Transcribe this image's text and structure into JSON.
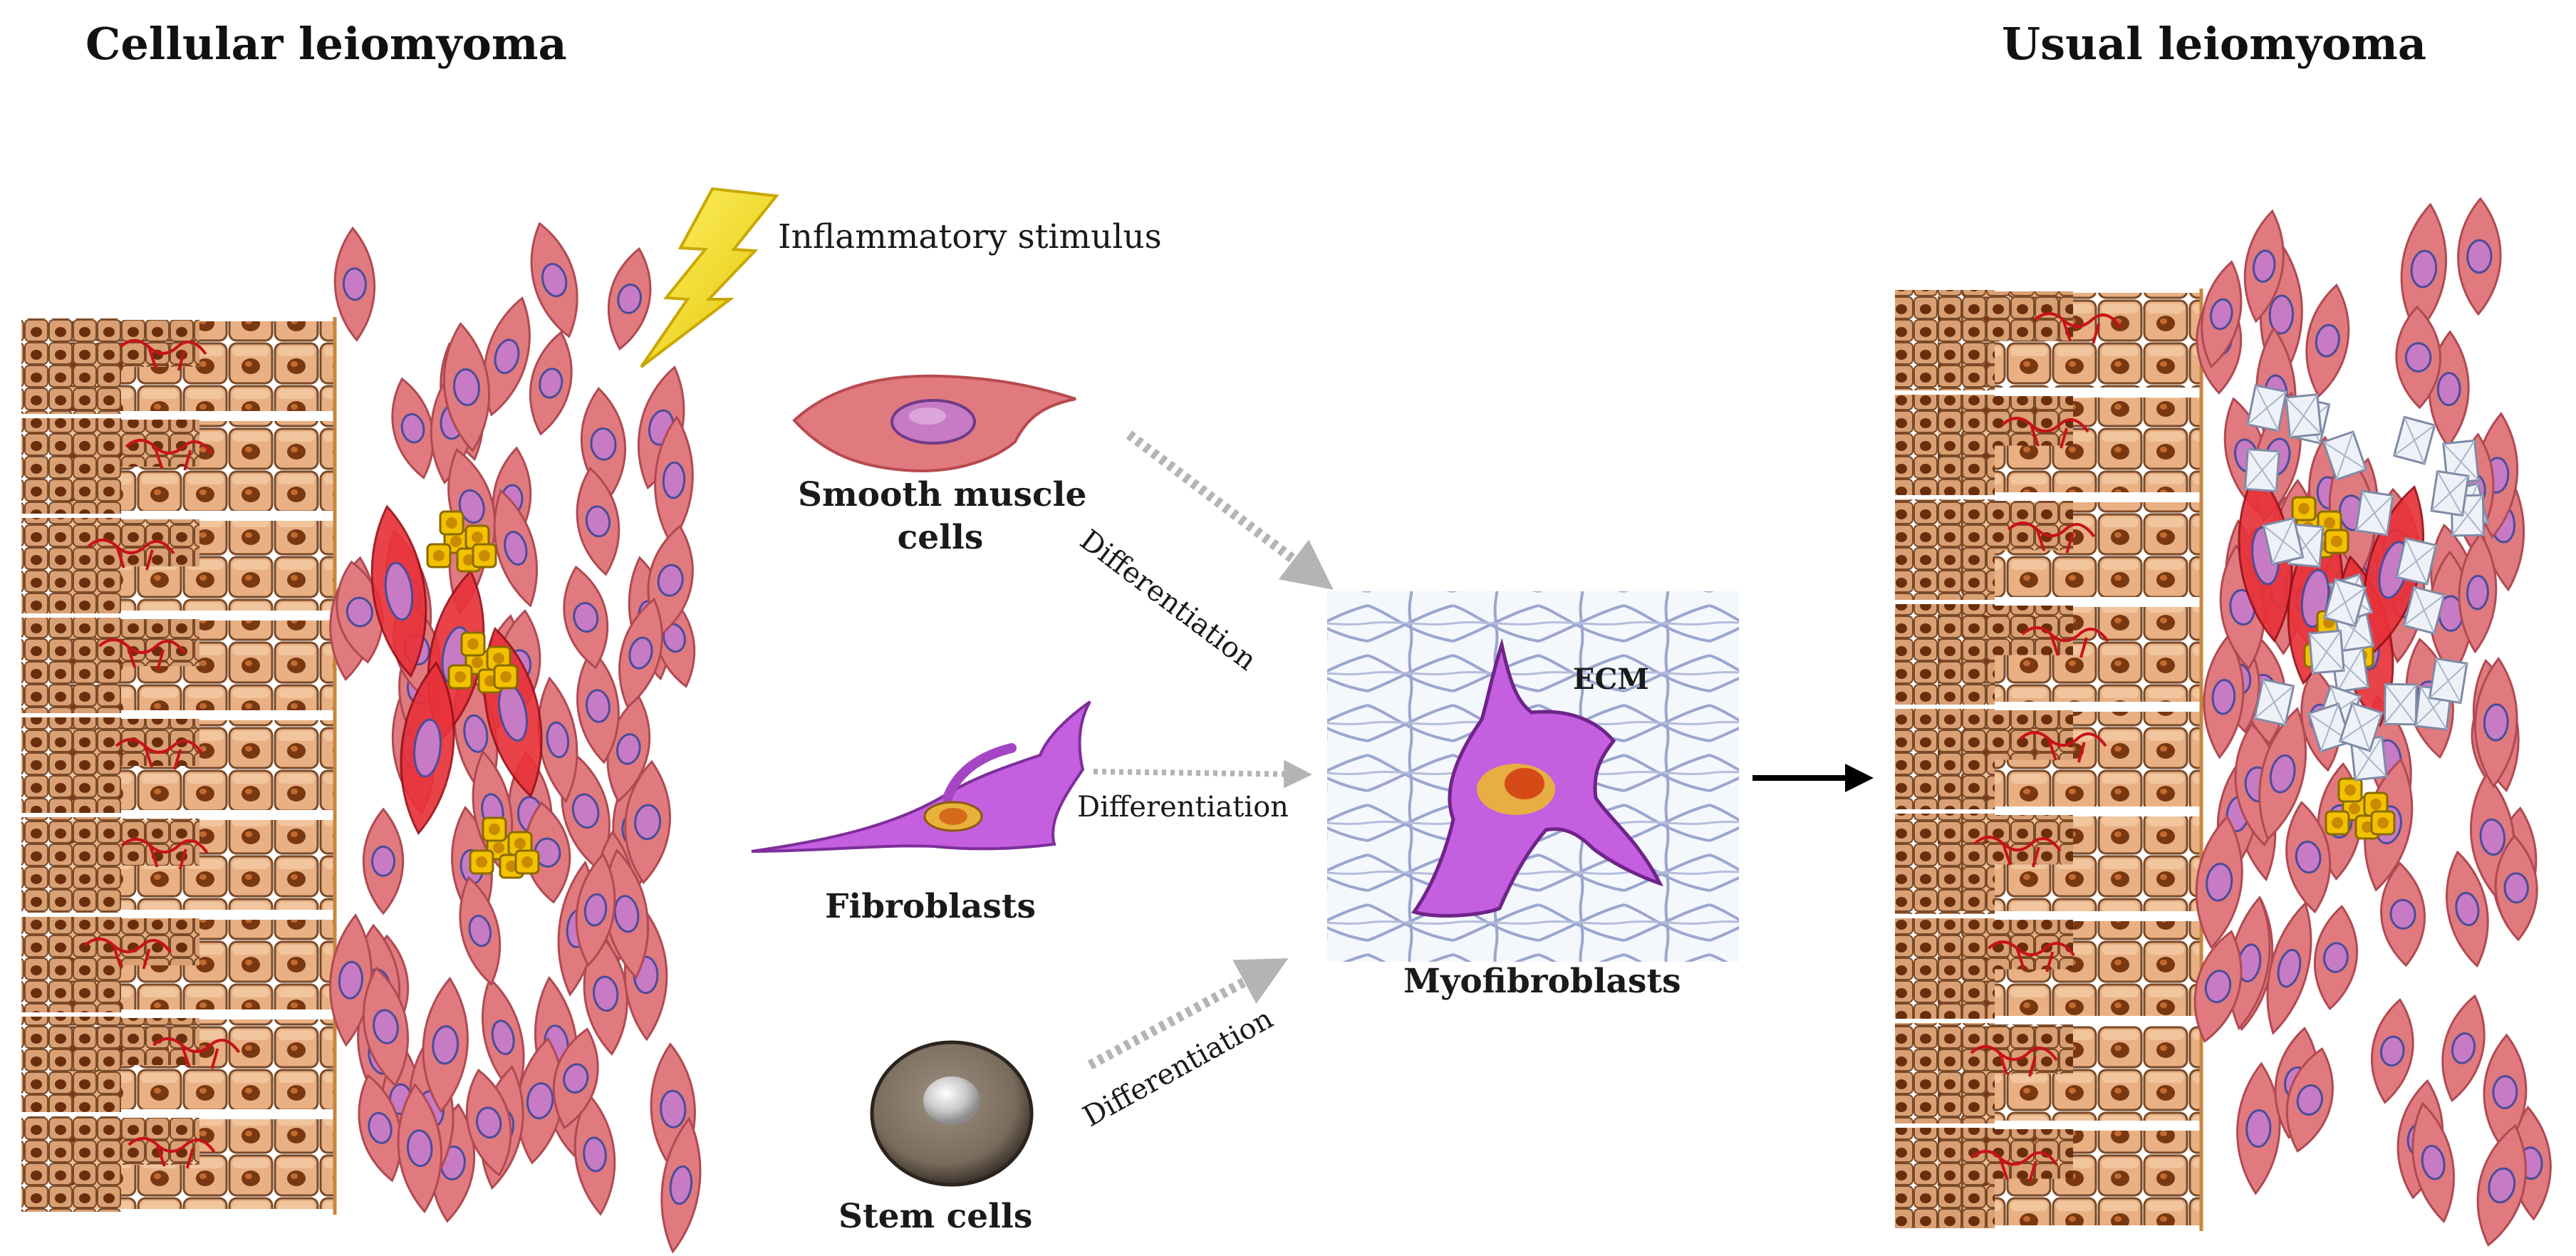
{
  "titles": {
    "left": "Cellular leiomyoma",
    "right": "Usual leiomyoma"
  },
  "stimulus": "Inflammatory stimulus",
  "cells": {
    "smooth_muscle_line1": "Smooth muscle",
    "smooth_muscle_line2": "cells",
    "fibroblasts": "Fibroblasts",
    "stem_cells": "Stem cells",
    "myofibroblasts": "Myofibroblasts",
    "ecm": "ECM"
  },
  "arrows": {
    "top": "Differentiation",
    "middle": "Differentiation",
    "bottom": "Differentiation"
  },
  "colors": {
    "tile_fill": "#e8b083",
    "tile_stroke": "#7a4a28",
    "nucleus_brown": "#7a3812",
    "vessel_red": "#c8121a",
    "spindle_pink": "#e07a7e",
    "spindle_nucleus": "#c77bc4",
    "activated_red": "#e8323a",
    "yellow_cluster": "#f2c200",
    "myofibroblast_purple": "#c45fe0",
    "ecm_blue": "#9aa6cf",
    "arrow_grey": "#b4b4b4",
    "arrow_black": "#000000",
    "collagen_white": "#eef2f8"
  }
}
